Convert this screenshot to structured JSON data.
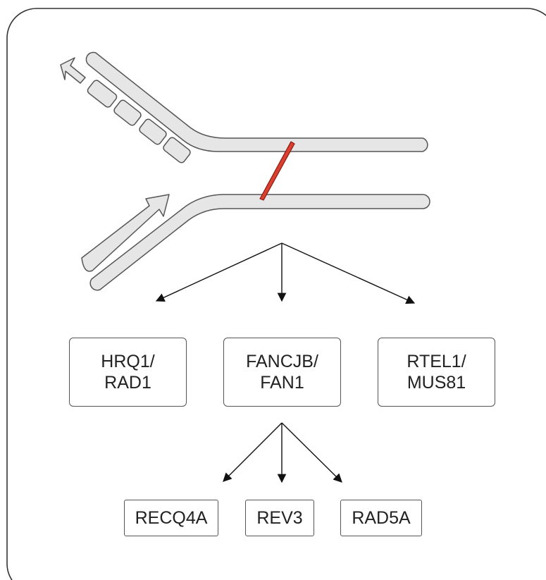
{
  "diagram": {
    "nodes": {
      "hrq1": {
        "line1": "HRQ1/",
        "line2": "RAD1"
      },
      "fancjb": {
        "line1": "FANCJB/",
        "line2": "FAN1"
      },
      "rtel1": {
        "line1": "RTEL1/",
        "line2": "MUS81"
      },
      "recq4a": {
        "label": "RECQ4A"
      },
      "rev3": {
        "label": "REV3"
      },
      "rad5a": {
        "label": "RAD5A"
      }
    },
    "colors": {
      "frame": "#333333",
      "strand_fill": "#e6e6e6",
      "strand_stroke": "#555555",
      "crosslink": "#d94030",
      "arrow": "#111111"
    },
    "icons": {
      "lagging_fragments": "okazaki-fragment-icon",
      "leading_arrow": "leading-strand-arrow-icon",
      "crosslink": "interstrand-crosslink-icon"
    }
  }
}
